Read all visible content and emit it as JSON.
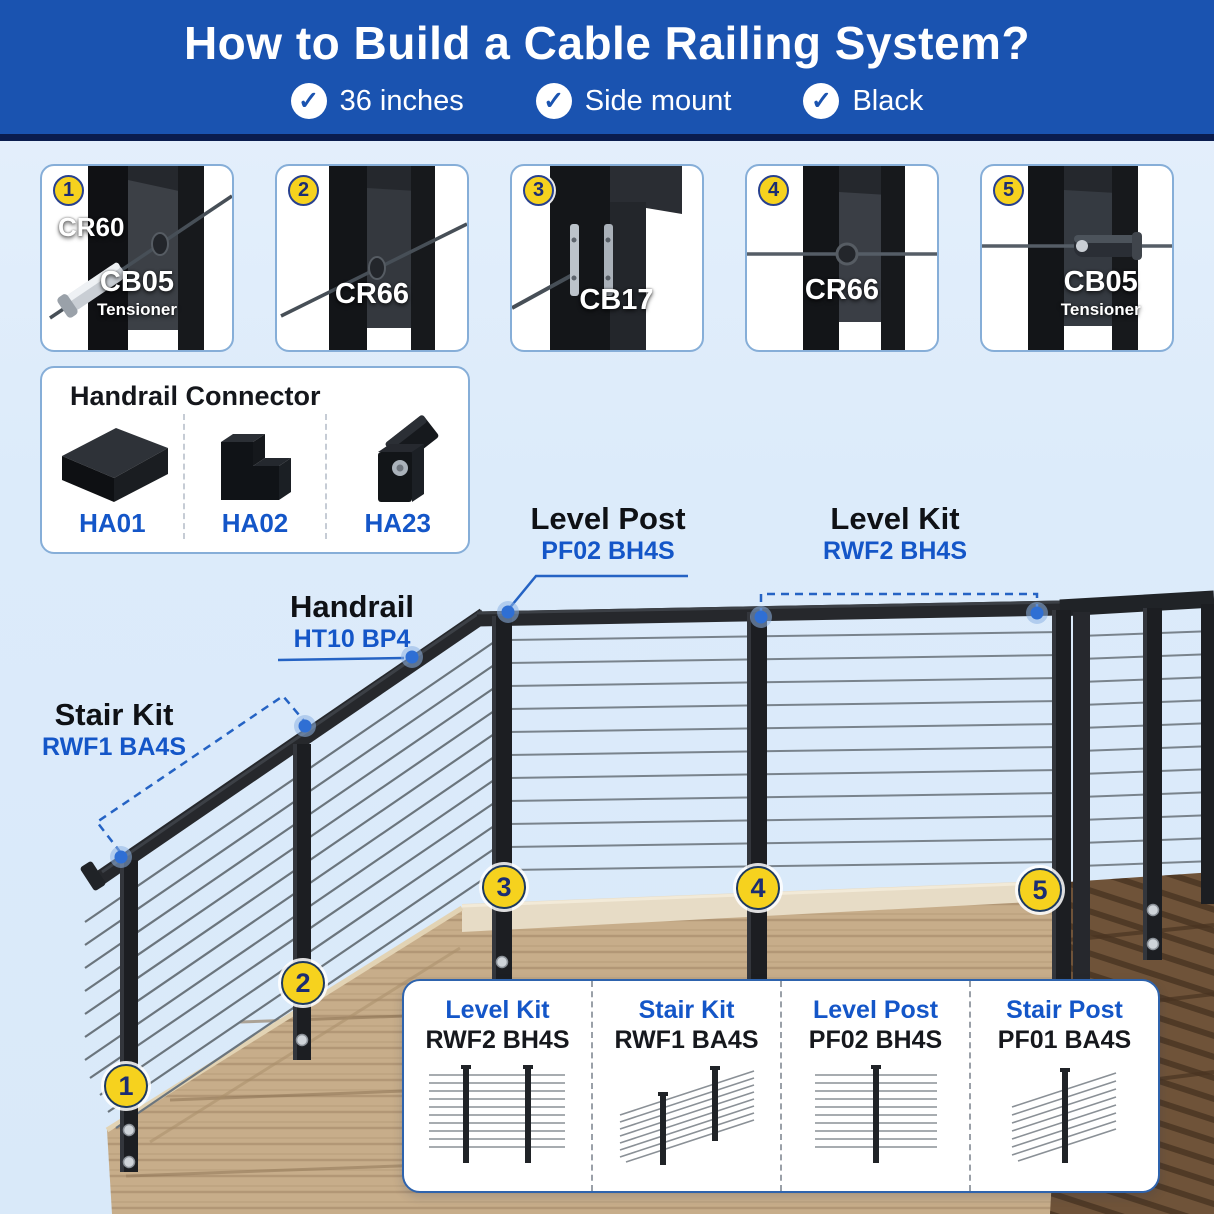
{
  "header": {
    "title": "How to Build a Cable Railing System?",
    "check_icon": "✓",
    "features": [
      {
        "label": "36 inches"
      },
      {
        "label": "Side mount"
      },
      {
        "label": "Black"
      }
    ]
  },
  "step_cards": [
    {
      "number": "1",
      "label_top": "CR60",
      "label_main": "CB05",
      "label_sub": "Tensioner"
    },
    {
      "number": "2",
      "label_main": "CR66"
    },
    {
      "number": "3",
      "label_main": "CB17"
    },
    {
      "number": "4",
      "label_main": "CR66"
    },
    {
      "number": "5",
      "label_main": "CB05",
      "label_sub": "Tensioner"
    }
  ],
  "connector_box": {
    "title": "Handrail Connector",
    "items": [
      {
        "code": "HA01"
      },
      {
        "code": "HA02"
      },
      {
        "code": "HA23"
      }
    ]
  },
  "scene": {
    "callouts": {
      "level_post": {
        "title": "Level Post",
        "code": "PF02 BH4S"
      },
      "level_kit": {
        "title": "Level Kit",
        "code": "RWF2 BH4S"
      },
      "handrail": {
        "title": "Handrail",
        "code": "HT10 BP4"
      },
      "stair_kit": {
        "title": "Stair Kit",
        "code": "RWF1 BA4S"
      }
    },
    "markers": [
      "1",
      "2",
      "3",
      "4",
      "5"
    ]
  },
  "legend": {
    "items": [
      {
        "title": "Level Kit",
        "code": "RWF2 BH4S"
      },
      {
        "title": "Stair Kit",
        "code": "RWF1 BA4S"
      },
      {
        "title": "Level Post",
        "code": "PF02 BH4S"
      },
      {
        "title": "Stair Post",
        "code": "PF01 BA4S"
      }
    ]
  },
  "colors": {
    "header_blue": "#1a53b0",
    "navy_strip": "#0a1c4e",
    "badge_yellow": "#f6d21e",
    "code_blue": "#1456c8",
    "card_border": "#86aed8",
    "leader_blue": "#2563c4"
  }
}
